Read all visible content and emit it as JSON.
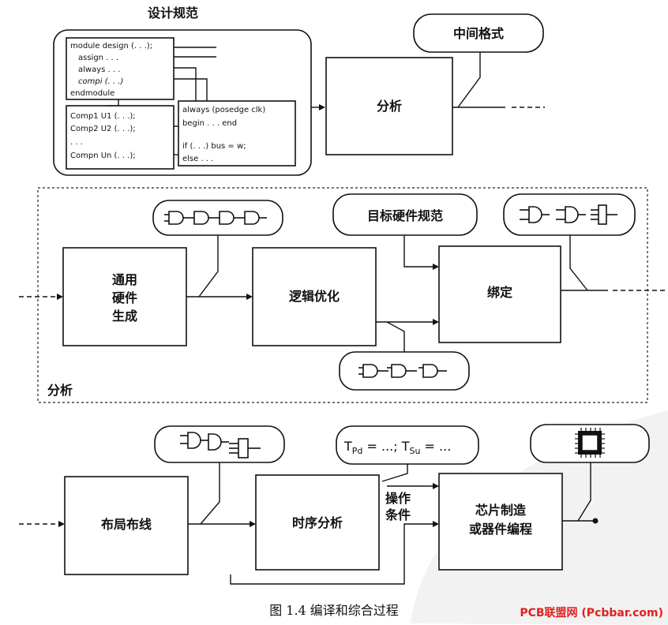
{
  "spec_title": "设计规范",
  "code_module": [
    "module design (. . .);",
    "assign . . .",
    "always . . .",
    "compi (. . .)",
    "endmodule"
  ],
  "code_comps": [
    "Comp1 U1 (. . .);",
    "Comp2 U2 (. . .);",
    ". . .",
    "Compn Un (. . .);"
  ],
  "code_always": [
    "always (posedge clk)",
    "begin . . . end",
    "if (. . .)  bus = w;",
    "else . . ."
  ],
  "intermediate_format": "中间格式",
  "analysis_box": "分析",
  "generic_hw": [
    "通用",
    "硬件",
    "生成"
  ],
  "logic_opt": "逻辑优化",
  "target_hw_spec": "目标硬件规范",
  "binding": "绑定",
  "analysis_region_label": "分析",
  "place_route": "布局布线",
  "timing_analysis": "时序分析",
  "timing_params": "Tₚd = ...; Tₛu = ...",
  "tpd": "T",
  "tpd_sub": "Pd",
  "tsu": "T",
  "tsu_sub": "Su",
  "tpd_val": " = ...; ",
  "tsu_val": " = ...",
  "operating_conditions": [
    "操作",
    "条件"
  ],
  "chip_programming": [
    "芯片制造",
    "或器件编程"
  ],
  "caption": "图 1.4   编译和综合过程",
  "watermark": "PCB联盟网 (Pcbbar.com)",
  "colors": {
    "watermark": "#e02020",
    "line": "#111111"
  }
}
